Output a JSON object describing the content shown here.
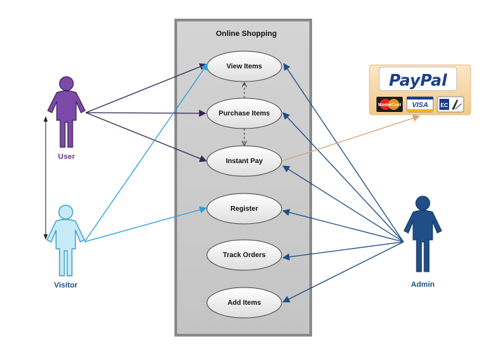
{
  "system": {
    "title": "Online Shopping"
  },
  "use_cases": {
    "view_items": "View Items",
    "purchase_items": "Purchase Items",
    "instant_pay": "Instant Pay",
    "register": "Register",
    "track_orders": "Track Orders",
    "add_items": "Add Items"
  },
  "actors": {
    "user": {
      "label": "User",
      "color": "#6a3d8f"
    },
    "visitor": {
      "label": "Visitor",
      "color": "#3aa0c8"
    },
    "admin": {
      "label": "Admin",
      "color": "#1a4a8a"
    }
  },
  "paypal_logo": {
    "brand": "PayPal",
    "cards": [
      "MasterCard",
      "VISA",
      "EC"
    ]
  },
  "colors": {
    "user_lines": "#3a2455",
    "visitor_lines": "#2aa0d8",
    "admin_lines": "#1f4f86",
    "paypal_line": "#d6a77a",
    "system_fill": "#c9c9c9",
    "system_border": "#8a8a8a"
  }
}
